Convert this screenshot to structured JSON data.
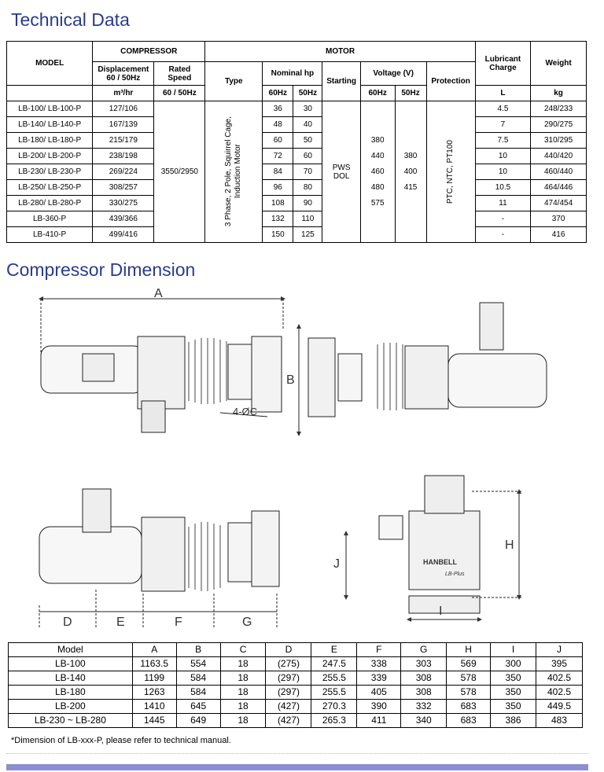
{
  "sections": {
    "technical_title": "Technical Data",
    "dimension_title": "Compressor Dimension"
  },
  "tech_table": {
    "group_compressor": "COMPRESSOR",
    "group_motor": "MOTOR",
    "col_model": "MODEL",
    "col_displacement": "Displacement\n60 / 50Hz",
    "col_displacement_unit": "m³/hr",
    "col_rated_speed": "Rated\nSpeed",
    "col_rated_speed_unit": "60 / 50Hz",
    "col_type": "Type",
    "col_nominal_hp": "Nominal hp",
    "col_starting": "Starting",
    "col_voltage": "Voltage (V)",
    "col_protection": "Protection",
    "col_lubricant": "Lubricant\nCharge",
    "col_lubricant_unit": "L",
    "col_weight": "Weight",
    "col_weight_unit": "kg",
    "hz60": "60Hz",
    "hz50": "50Hz",
    "rated_speed_value": "3550/2950",
    "type_value": "3 Phase, 2 Pole, Squirrel Cage,\nInduction Motor",
    "starting_value": "PWS\nDOL",
    "voltage60": [
      "380",
      "440",
      "460",
      "480",
      "575"
    ],
    "voltage50": [
      "380",
      "400",
      "415"
    ],
    "protection_value": "PTC, NTC, PT100",
    "rows": [
      {
        "model": "LB-100/ LB-100-P",
        "disp": "127/106",
        "hp60": "36",
        "hp50": "30",
        "lub": "4.5",
        "weight": "248/233"
      },
      {
        "model": "LB-140/ LB-140-P",
        "disp": "167/139",
        "hp60": "48",
        "hp50": "40",
        "lub": "7",
        "weight": "290/275"
      },
      {
        "model": "LB-180/ LB-180-P",
        "disp": "215/179",
        "hp60": "60",
        "hp50": "50",
        "lub": "7.5",
        "weight": "310/295"
      },
      {
        "model": "LB-200/ LB-200-P",
        "disp": "238/198",
        "hp60": "72",
        "hp50": "60",
        "lub": "10",
        "weight": "440/420"
      },
      {
        "model": "LB-230/ LB-230-P",
        "disp": "269/224",
        "hp60": "84",
        "hp50": "70",
        "lub": "10",
        "weight": "460/440"
      },
      {
        "model": "LB-250/ LB-250-P",
        "disp": "308/257",
        "hp60": "96",
        "hp50": "80",
        "lub": "10.5",
        "weight": "464/446"
      },
      {
        "model": "LB-280/ LB-280-P",
        "disp": "330/275",
        "hp60": "108",
        "hp50": "90",
        "lub": "11",
        "weight": "474/454"
      },
      {
        "model": "LB-360-P",
        "disp": "439/366",
        "hp60": "132",
        "hp50": "110",
        "lub": "-",
        "weight": "370"
      },
      {
        "model": "LB-410-P",
        "disp": "499/416",
        "hp60": "150",
        "hp50": "125",
        "lub": "-",
        "weight": "416"
      }
    ]
  },
  "drawing_labels": {
    "A": "A",
    "B": "B",
    "C": "4-ØC",
    "D": "D",
    "E": "E",
    "F": "F",
    "G": "G",
    "H": "H",
    "I": "I",
    "J": "J",
    "brand": "HANBELL",
    "badge": "LB-Plus"
  },
  "dim_table": {
    "headers": [
      "Model",
      "A",
      "B",
      "C",
      "D",
      "E",
      "F",
      "G",
      "H",
      "I",
      "J"
    ],
    "rows": [
      [
        "LB-100",
        "1163.5",
        "554",
        "18",
        "(275)",
        "247.5",
        "338",
        "303",
        "569",
        "300",
        "395"
      ],
      [
        "LB-140",
        "1199",
        "584",
        "18",
        "(297)",
        "255.5",
        "339",
        "308",
        "578",
        "350",
        "402.5"
      ],
      [
        "LB-180",
        "1263",
        "584",
        "18",
        "(297)",
        "255.5",
        "405",
        "308",
        "578",
        "350",
        "402.5"
      ],
      [
        "LB-200",
        "1410",
        "645",
        "18",
        "(427)",
        "270.3",
        "390",
        "332",
        "683",
        "350",
        "449.5"
      ],
      [
        "LB-230 ~ LB-280",
        "1445",
        "649",
        "18",
        "(427)",
        "265.3",
        "411",
        "340",
        "683",
        "386",
        "483"
      ]
    ]
  },
  "note": "*Dimension of LB-xxx-P, please refer to technical manual."
}
